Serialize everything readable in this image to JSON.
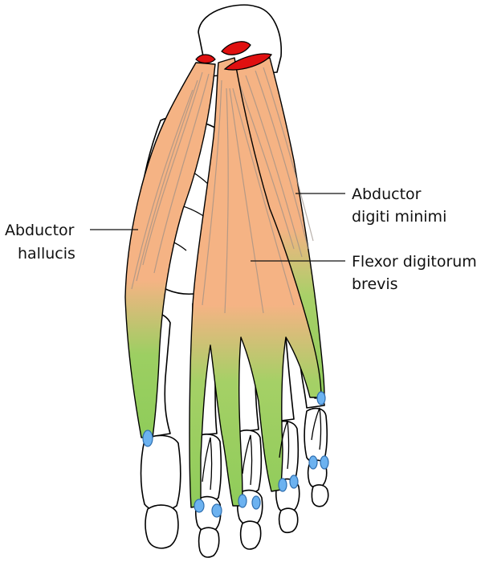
{
  "labels": {
    "abductor_digiti_minimi_line1": "Abductor",
    "abductor_digiti_minimi_line2": "digiti minimi",
    "abductor_hallucis_line1": "Abductor",
    "abductor_hallucis_line2": "hallucis",
    "flexor_digitorum_brevis_line1": "Flexor digitorum",
    "flexor_digitorum_brevis_line2": "brevis"
  },
  "colors": {
    "muscle": "#f5b384",
    "tendon": "#8fcc5a",
    "tendon_tip": "#6cb2f0",
    "cut_surface": "#e01010",
    "fiber": "#9a8f86"
  }
}
